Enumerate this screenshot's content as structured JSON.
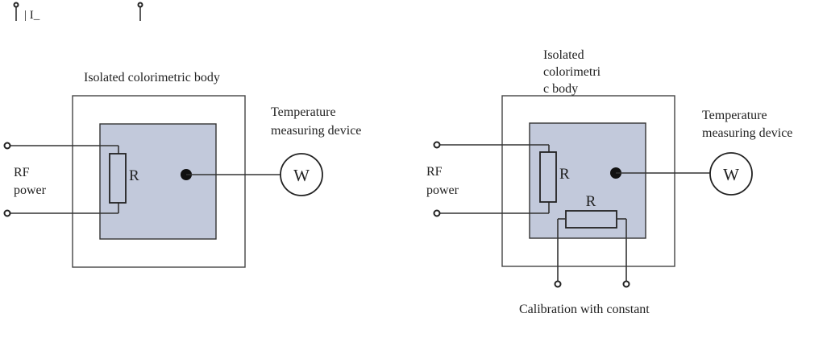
{
  "stray_top": {
    "text": "| I_"
  },
  "diagram_left": {
    "body_label": "Isolated colorimetric body",
    "device_label_line1": "Temperature",
    "device_label_line2": "measuring device",
    "input_label_line1": "RF",
    "input_label_line2": "power",
    "resistor_label": "R",
    "meter_label": "W"
  },
  "diagram_right": {
    "body_label_line1": "Isolated",
    "body_label_line2": "colorimetri",
    "body_label_line3": "c body",
    "device_label_line1": "Temperature",
    "device_label_line2": "measuring device",
    "input_label_line1": "RF",
    "input_label_line2": "power",
    "resistor1_label": "R",
    "resistor2_label": "R",
    "meter_label": "W",
    "calibration_label": "Calibration with constant"
  },
  "colors": {
    "inner_fill": "#c2c9db",
    "line": "#333333"
  }
}
